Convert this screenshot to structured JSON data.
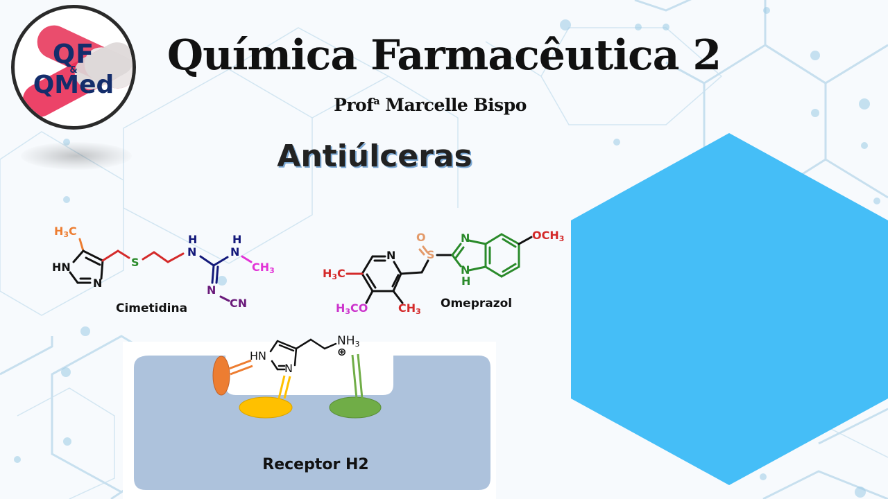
{
  "slide": {
    "title": "Química Farmacêutica 2",
    "subtitle_prefix": "Prof",
    "subtitle_sup": "a",
    "subtitle_name": " Marcelle Bispo",
    "heading": "Antiúlceras"
  },
  "logo": {
    "line1": "QF",
    "amp": "&",
    "line2": "QMed"
  },
  "cimetidina": {
    "name": "Cimetidina",
    "atoms": {
      "h3c": "H",
      "h3c_sub": "3",
      "h3c_c": "C",
      "hn": "HN",
      "n_ring": "N",
      "s": "S",
      "nh1_h": "H",
      "nh1_n": "N",
      "nh2_h": "H",
      "nh2_n": "N",
      "ch3": "CH",
      "ch3_sub": "3",
      "n_imine": "N",
      "cn": "CN"
    }
  },
  "omeprazol": {
    "name": "Omeprazol",
    "atoms": {
      "n_pyr": "N",
      "h3c": "H",
      "h3c_sub": "3",
      "h3c_c": "C",
      "h3co": "H",
      "h3co_sub": "3",
      "h3co_co": "CO",
      "ch3": "CH",
      "ch3_sub": "3",
      "o": "O",
      "s": "S",
      "n_top": "N",
      "n_bot": "N",
      "h_bot": "H",
      "och3": "OCH",
      "och3_sub": "3"
    }
  },
  "receptor": {
    "label": "Receptor H2",
    "ligand": {
      "hn": "HN",
      "n": "N",
      "nh": "NH",
      "nh_sub": "3",
      "charge": "⊕"
    }
  },
  "colors": {
    "hexagon": "#45BEF7",
    "receptor_fill": "#ADC2DC",
    "orange_site": "#ED7D31",
    "yellow_site": "#FFC000",
    "green_site": "#70AD47",
    "bg_lines": "#a9cfe6",
    "logo_text": "#142d6b"
  }
}
